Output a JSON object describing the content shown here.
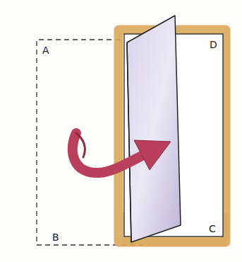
{
  "diagram": {
    "labels": [
      "A",
      "D",
      "B",
      "C"
    ]
  }
}
